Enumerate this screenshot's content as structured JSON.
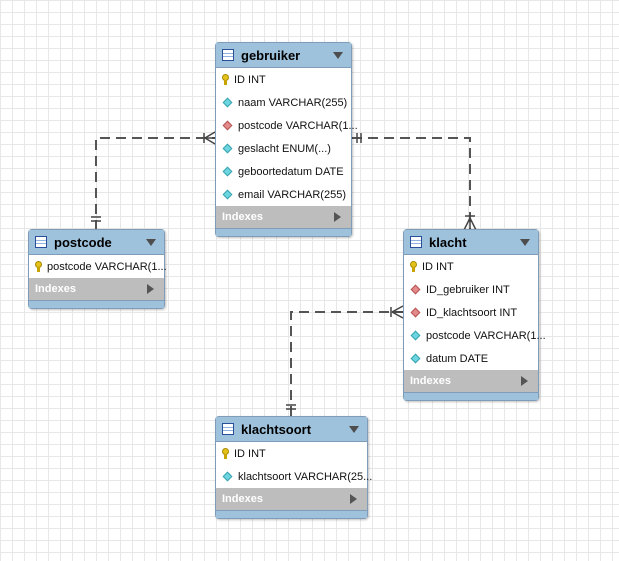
{
  "diagram": {
    "tables": [
      {
        "id": "gebruiker",
        "name": "gebruiker",
        "columns": [
          {
            "icon": "primary-key-icon",
            "text": "ID INT"
          },
          {
            "icon": "attribute-icon",
            "text": "naam VARCHAR(255)"
          },
          {
            "icon": "foreign-key-icon",
            "text": "postcode VARCHAR(1..."
          },
          {
            "icon": "attribute-icon",
            "text": "geslacht ENUM(...)"
          },
          {
            "icon": "attribute-icon",
            "text": "geboortedatum DATE"
          },
          {
            "icon": "attribute-icon",
            "text": "email VARCHAR(255)"
          }
        ],
        "indexes_label": "Indexes"
      },
      {
        "id": "postcode",
        "name": "postcode",
        "columns": [
          {
            "icon": "primary-key-icon",
            "text": "postcode VARCHAR(1..."
          }
        ],
        "indexes_label": "Indexes"
      },
      {
        "id": "klacht",
        "name": "klacht",
        "columns": [
          {
            "icon": "primary-key-icon",
            "text": "ID INT"
          },
          {
            "icon": "foreign-key-icon",
            "text": "ID_gebruiker INT"
          },
          {
            "icon": "foreign-key-icon",
            "text": "ID_klachtsoort INT"
          },
          {
            "icon": "attribute-icon",
            "text": "postcode VARCHAR(1..."
          },
          {
            "icon": "attribute-icon",
            "text": "datum DATE"
          }
        ],
        "indexes_label": "Indexes"
      },
      {
        "id": "klachtsoort",
        "name": "klachtsoort",
        "columns": [
          {
            "icon": "primary-key-icon",
            "text": "ID INT"
          },
          {
            "icon": "attribute-icon",
            "text": "klachtsoort VARCHAR(25..."
          }
        ],
        "indexes_label": "Indexes"
      }
    ],
    "relationships": [
      {
        "from": "postcode",
        "to": "gebruiker",
        "from_end": "one",
        "to_end": "many"
      },
      {
        "from": "gebruiker",
        "to": "klacht",
        "from_end": "one",
        "to_end": "many"
      },
      {
        "from": "klachtsoort",
        "to": "klacht",
        "from_end": "one",
        "to_end": "many"
      }
    ],
    "colors": {
      "header": "#9ec2dc",
      "border": "#7f9db9",
      "indexes_bar": "#bdbdbd",
      "link": "#555555",
      "primary_key": "#e3c21b",
      "attribute": "#6cd6e0",
      "foreign_key": "#e38a8a",
      "grid": "#e7e7e7"
    }
  }
}
